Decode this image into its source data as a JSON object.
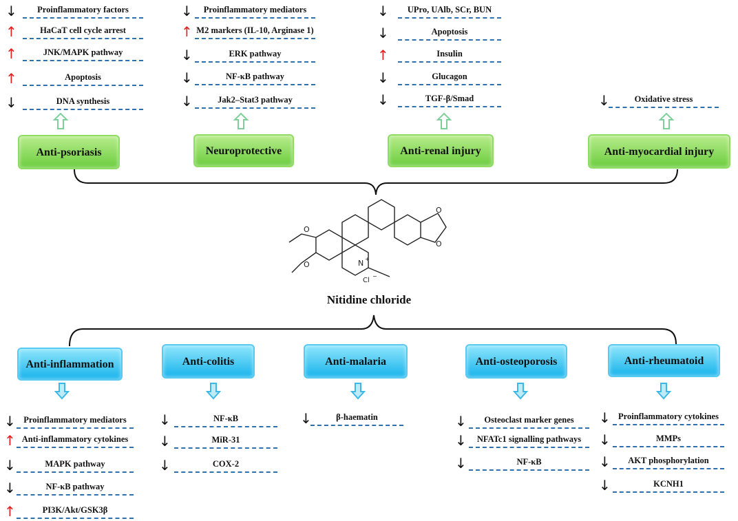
{
  "compound_name": "Nitidine chloride",
  "molecule_labels": {
    "nitrogen": "N",
    "charge": "+",
    "counter_ion": "Cl",
    "counter_charge": "−"
  },
  "colors": {
    "down_arrow": "#111111",
    "up_arrow": "#e81c1c",
    "dash": "#2e6fad",
    "green_box": "#7dd44b",
    "blue_box": "#1fb8ee",
    "hollow_arrow_green": "#7fcf9a",
    "hollow_arrow_blue": "#3cb8e6"
  },
  "top_groups": [
    {
      "label": "Anti-psoriasis",
      "items": [
        {
          "dir": "down",
          "text": "Proinflammatory factors"
        },
        {
          "dir": "up",
          "text": "HaCaT cell cycle arrest"
        },
        {
          "dir": "up",
          "text": "JNK/MAPK  pathway"
        },
        {
          "dir": "up",
          "text": "Apoptosis"
        },
        {
          "dir": "down",
          "text": "DNA synthesis"
        }
      ]
    },
    {
      "label": "Neuroprotective",
      "items": [
        {
          "dir": "down",
          "text": "Proinflammatory mediators"
        },
        {
          "dir": "up",
          "text": "M2 markers (IL-10, Arginase 1)"
        },
        {
          "dir": "down",
          "text": "ERK  pathway"
        },
        {
          "dir": "down",
          "text": "NF-κB  pathway"
        },
        {
          "dir": "down",
          "text": "Jak2–Stat3 pathway"
        }
      ]
    },
    {
      "label": "Anti-renal injury",
      "items": [
        {
          "dir": "down",
          "text": "UPro, UAlb, SCr, BUN"
        },
        {
          "dir": "down",
          "text": "Apoptosis"
        },
        {
          "dir": "up",
          "text": "Insulin"
        },
        {
          "dir": "down",
          "text": "Glucagon"
        },
        {
          "dir": "down",
          "text": "TGF-β/Smad"
        }
      ]
    },
    {
      "label": "Anti-myocardial injury",
      "items": [
        {
          "dir": "down",
          "text": "Oxidative stress"
        }
      ]
    }
  ],
  "bottom_groups": [
    {
      "label": "Anti-inflammation",
      "items": [
        {
          "dir": "down",
          "text": "Proinflammatory mediators"
        },
        {
          "dir": "up",
          "text": "Anti-inflammatory cytokines"
        },
        {
          "dir": "down",
          "text": "MAPK pathway"
        },
        {
          "dir": "down",
          "text": "NF-κB pathway"
        },
        {
          "dir": "up",
          "text": "PI3K/Akt/GSK3β"
        }
      ]
    },
    {
      "label": "Anti-colitis",
      "items": [
        {
          "dir": "down",
          "text": "NF-κB"
        },
        {
          "dir": "down",
          "text": "MiR-31"
        },
        {
          "dir": "down",
          "text": "COX-2"
        }
      ]
    },
    {
      "label": "Anti-malaria",
      "items": [
        {
          "dir": "down",
          "text": "β-haematin"
        }
      ]
    },
    {
      "label": "Anti-osteoporosis",
      "items": [
        {
          "dir": "down",
          "text": "Osteoclast marker genes"
        },
        {
          "dir": "down",
          "text": "NFATc1 signalling pathways"
        },
        {
          "dir": "down",
          "text": "NF-κB"
        }
      ]
    },
    {
      "label": "Anti-rheumatoid",
      "items": [
        {
          "dir": "down",
          "text": "Proinflammatory cytokines"
        },
        {
          "dir": "down",
          "text": "MMPs"
        },
        {
          "dir": "down",
          "text": "AKT phosphorylation"
        },
        {
          "dir": "down",
          "text": "KCNH1"
        }
      ]
    }
  ]
}
